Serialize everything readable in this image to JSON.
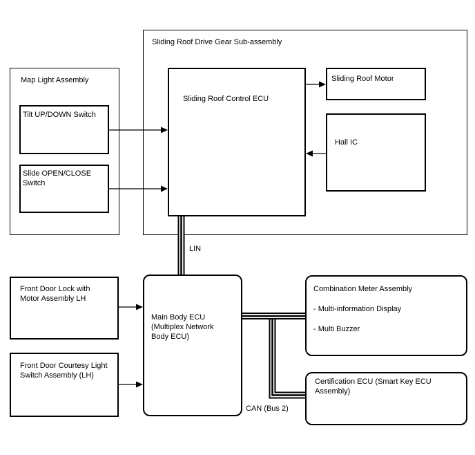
{
  "colors": {
    "line": "#000000",
    "background": "#ffffff",
    "text": "#000000"
  },
  "containers": {
    "drive_gear": {
      "label": "Sliding Roof Drive Gear Sub-assembly"
    },
    "map_light": {
      "label": "Map Light Assembly"
    }
  },
  "boxes": {
    "tilt_switch": {
      "label": "Tilt UP/DOWN Switch"
    },
    "slide_switch": {
      "lines": [
        "Slide OPEN/CLOSE",
        "Switch"
      ]
    },
    "control_ecu": {
      "label": "Sliding Roof Control ECU"
    },
    "roof_motor": {
      "label": "Sliding Roof Motor"
    },
    "hall_ic": {
      "label": "Hall IC"
    },
    "front_door_lock": {
      "lines": [
        "Front Door Lock with",
        "Motor Assembly LH"
      ]
    },
    "front_door_courtesy": {
      "lines": [
        "Front Door Courtesy Light",
        "Switch Assembly (LH)"
      ]
    },
    "main_body_ecu": {
      "lines": [
        "Main Body ECU",
        "(Multiplex Network",
        "Body ECU)"
      ]
    },
    "combination_meter": {
      "title": "Combination Meter Assembly",
      "items": [
        "- Multi-information Display",
        "- Multi Buzzer"
      ]
    },
    "certification_ecu": {
      "lines": [
        "Certification ECU (Smart Key ECU",
        "Assembly)"
      ]
    }
  },
  "bus_labels": {
    "lin": "LIN",
    "can": "CAN (Bus 2)"
  }
}
